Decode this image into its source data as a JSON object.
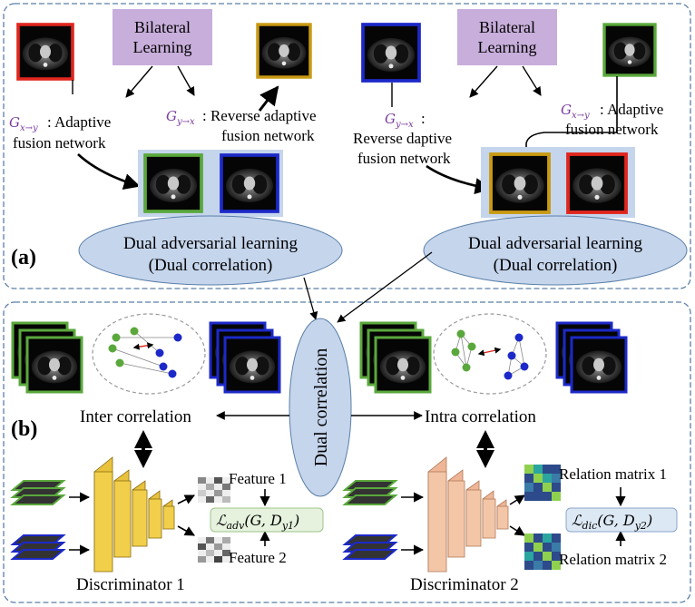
{
  "panel_a": {
    "tag": "(a)",
    "left_bilateral_line1": "Bilateral",
    "left_bilateral_line2": "Learning",
    "right_bilateral_line1": "Bilateral",
    "right_bilateral_line2": "Learning",
    "g_xy_left": "G",
    "g_xy_left_sub": "x→y",
    "adaptive_left_a": ": Adaptive",
    "adaptive_left_b": "fusion network",
    "g_yx_left": "G",
    "g_yx_left_sub": "y→x",
    "reverse_left_a": ": Reverse adaptive",
    "reverse_left_b": "fusion network",
    "g_yx_right": "G",
    "g_yx_right_sub": "y→x",
    "reverse_right_colon": ":",
    "reverse_right_a": "Reverse daptive",
    "reverse_right_b": "fusion network",
    "g_xy_right": "G",
    "g_xy_right_sub": "x→y",
    "adaptive_right_a": ": Adaptive",
    "adaptive_right_b": "fusion network",
    "dual_adv_left_a": "Dual adversarial learning",
    "dual_adv_left_b": "(Dual correlation)",
    "dual_adv_right_a": "Dual adversarial learning",
    "dual_adv_right_b": "(Dual correlation)"
  },
  "panel_b": {
    "tag": "(b)",
    "dual_correlation": "Dual correlation",
    "inter_correlation": "Inter correlation",
    "intra_correlation": "Intra correlation",
    "feature1": "Feature 1",
    "feature2": "Feature 2",
    "relation1": "Relation matrix 1",
    "relation2": "Relation matrix 2",
    "loss_adv_L": "ℒ",
    "loss_adv_sub": "adv",
    "loss_adv_args": "(G, D",
    "loss_adv_dsub": "y1",
    "loss_adv_close": ")",
    "loss_dic_L": "ℒ",
    "loss_dic_sub": "dic",
    "loss_dic_args": "(G, D",
    "loss_dic_dsub": "y2",
    "loss_dic_close": ")",
    "discriminator1": "Discriminator 1",
    "discriminator2": "Discriminator 2"
  },
  "colors": {
    "panel_border": "#5a7fa8",
    "bilateral_fill": "#c8aedb",
    "ellipse_fill": "#c5d5ec",
    "frame_red": "#e0261e",
    "frame_gold": "#c99a14",
    "frame_blue": "#1c29c8",
    "frame_green": "#5aa83c",
    "label_purple": "#7a3aa0",
    "disc1": "#f2cf4a",
    "disc2": "#f4c6a8"
  }
}
